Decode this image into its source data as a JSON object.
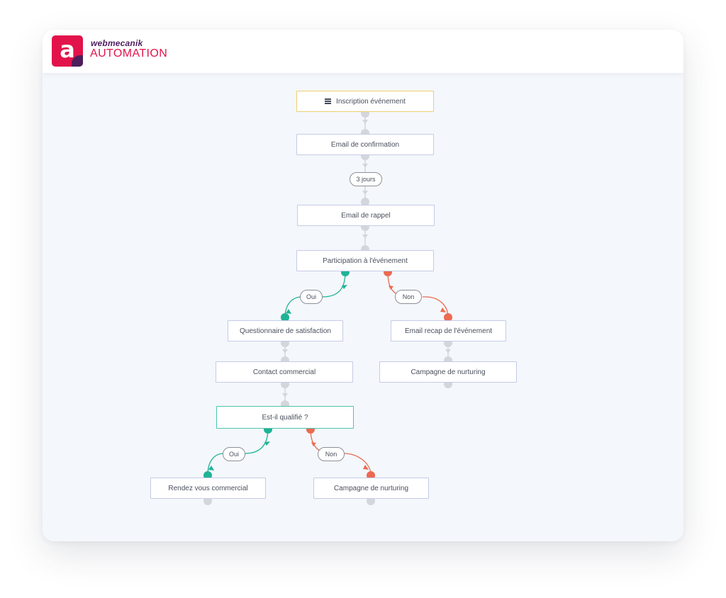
{
  "header": {
    "brand_name": "webmecanik",
    "product_name": "AUTOMATION",
    "logo_letter": "a"
  },
  "workflow": {
    "nodes": {
      "inscription": "Inscription événement",
      "email_confirmation": "Email de confirmation",
      "email_rappel": "Email de rappel",
      "participation": "Participation à l'événement",
      "questionnaire": "Questionnaire de satisfaction",
      "email_recap": "Email recap de l'événement",
      "contact_commercial": "Contact commercial",
      "campagne_nurturing_1": "Campagne de nurturing",
      "qualifie": "Est-il qualifié ?",
      "rendez_vous": "Rendez vous commercial",
      "campagne_nurturing_2": "Campagne de nurturing"
    },
    "delay_label": "3 jours",
    "branch_yes": "Oui",
    "branch_no": "Non"
  },
  "colors": {
    "brand": "#e2134a",
    "brand_dark": "#4d1e5c",
    "yes_branch": "#1fb396",
    "no_branch": "#ec6a52",
    "connector": "#d3d6dc",
    "node_border": "#c5cbe8",
    "trigger_border": "#f0ce72",
    "condition_border": "#4cc4b0"
  }
}
